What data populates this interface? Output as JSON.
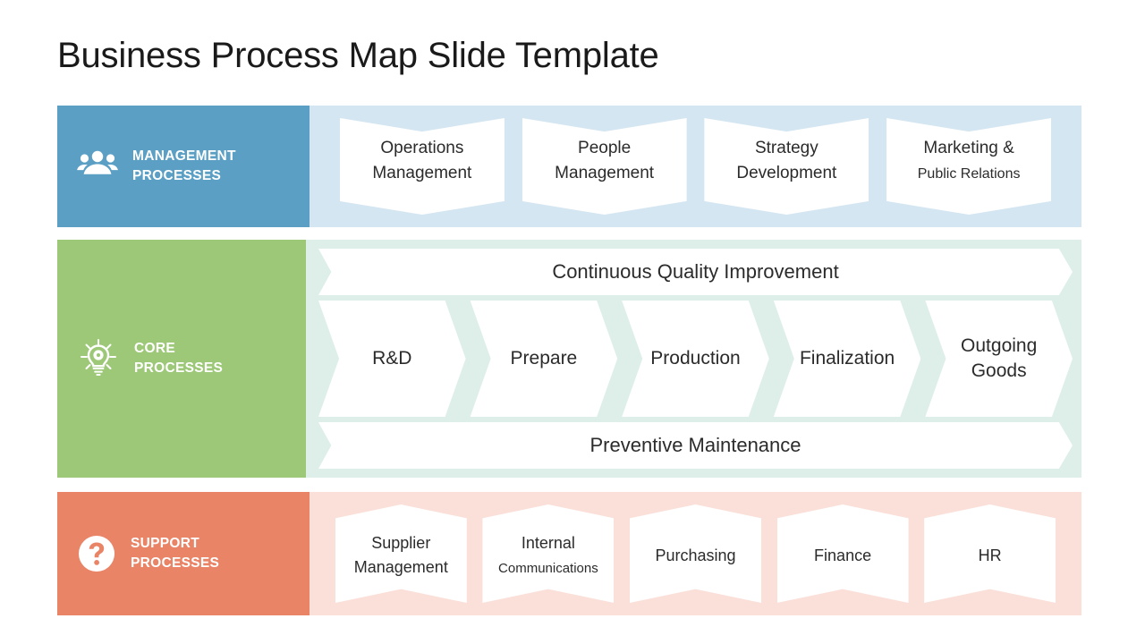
{
  "slide": {
    "title": "Business Process Map Slide Template"
  },
  "colors": {
    "management_band": "#5B9FC4",
    "management_tint": "#D4E6F1",
    "core_band": "#9DC878",
    "core_tint": "#DEEFE9",
    "support_band": "#E98467",
    "support_tint": "#FAE0D8",
    "shape_fill": "#FFFFFF",
    "text": "#2B2B2B"
  },
  "bands": {
    "management": {
      "label_line1": "MANAGEMENT",
      "label_line2": "PROCESSES",
      "icon": "people-group-icon",
      "items": [
        {
          "line1": "Operations",
          "line2": "Management"
        },
        {
          "line1": "People",
          "line2": "Management"
        },
        {
          "line1": "Strategy",
          "line2": "Development"
        },
        {
          "line1": "Marketing  &",
          "line2": "Public Relations"
        }
      ]
    },
    "core": {
      "label_line1": "CORE",
      "label_line2": "PROCESSES",
      "icon": "lightbulb-gear-icon",
      "top_bar": "Continuous Quality Improvement",
      "bottom_bar": "Preventive Maintenance",
      "items": [
        {
          "line1": "R&D",
          "line2": ""
        },
        {
          "line1": "Prepare",
          "line2": ""
        },
        {
          "line1": "Production",
          "line2": ""
        },
        {
          "line1": "Finalization",
          "line2": ""
        },
        {
          "line1": "Outgoing",
          "line2": "Goods"
        }
      ]
    },
    "support": {
      "label_line1": "SUPPORT",
      "label_line2": "PROCESSES",
      "icon": "question-mark-circle-icon",
      "items": [
        {
          "line1": "Supplier",
          "line2": "Management"
        },
        {
          "line1": "Internal",
          "line2": "Communications"
        },
        {
          "line1": "Purchasing",
          "line2": ""
        },
        {
          "line1": "Finance",
          "line2": ""
        },
        {
          "line1": "HR",
          "line2": ""
        }
      ]
    }
  }
}
